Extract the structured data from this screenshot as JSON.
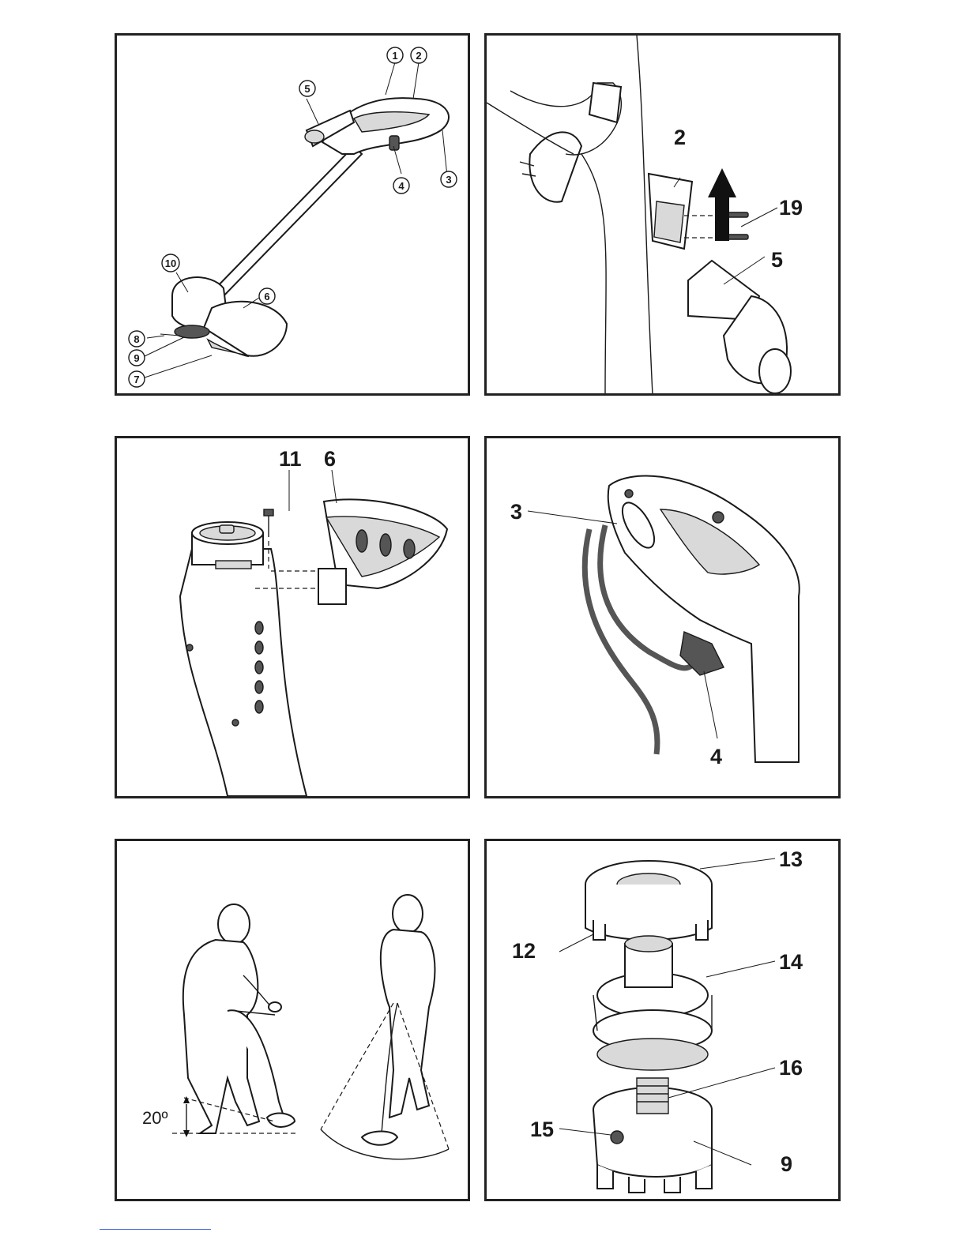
{
  "figures": [
    {
      "id": "fig-a",
      "callouts": [
        "1",
        "2",
        "3",
        "4",
        "5",
        "6",
        "7",
        "8",
        "9",
        "10"
      ]
    },
    {
      "id": "fig-b",
      "callouts": [
        "2",
        "19",
        "5"
      ]
    },
    {
      "id": "fig-c",
      "callouts": [
        "11",
        "6"
      ]
    },
    {
      "id": "fig-d",
      "callouts": [
        "3",
        "4"
      ]
    },
    {
      "id": "fig-e",
      "angle_label": "20º"
    },
    {
      "id": "fig-f",
      "callouts": [
        "13",
        "12",
        "14",
        "16",
        "15",
        "9"
      ]
    }
  ],
  "colors": {
    "line": "#1a1a1a",
    "frame": "#222222",
    "footer_rule": "#3b5bdb"
  }
}
